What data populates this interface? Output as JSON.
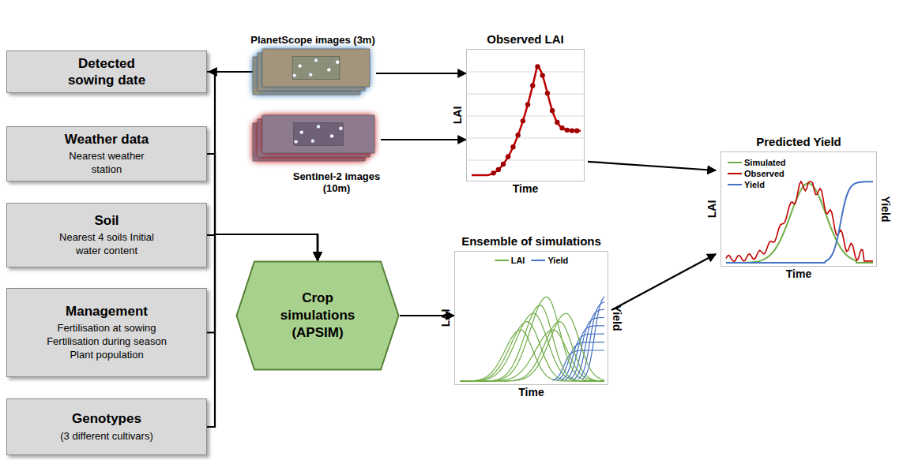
{
  "diagram": {
    "nodes": [
      {
        "text": [
          "Detected sowing date"
        ]
      },
      {
        "text": [
          "Weather data",
          "Nearest weather station"
        ]
      },
      {
        "text": [
          "Soil",
          "Nearest 4 soils Initial water content"
        ]
      },
      {
        "text": [
          "Management",
          "Fertilisation at sowing Fertilisation during season Plant population"
        ]
      },
      {
        "text": [
          "Genotypes",
          "(3 different cultivars)"
        ]
      },
      {
        "text": [
          "PlanetScope images (3m)"
        ]
      },
      {
        "text": [
          "Sentinel-2 images (10m)"
        ]
      },
      {
        "text": [
          "Crop simulations (APSIM)"
        ]
      },
      {
        "text": [
          "Observed LAI",
          "LAI",
          "Time"
        ]
      },
      {
        "text": [
          "Ensemble of simulations",
          "LAI",
          "Yield",
          "Time"
        ]
      },
      {
        "text": [
          "Predicted Yield",
          "LAI",
          "Yield",
          "Time"
        ]
      }
    ],
    "edges": [
      {
        "from": 5,
        "to": 0,
        "arrow": "to"
      },
      {
        "from": 5,
        "to": 8,
        "arrow": "to"
      },
      {
        "from": 6,
        "to": 8,
        "arrow": "to"
      },
      {
        "from": 0,
        "to": 7,
        "arrow": "to"
      },
      {
        "from": 1,
        "to": 7,
        "arrow": "to"
      },
      {
        "from": 2,
        "to": 7,
        "arrow": "to"
      },
      {
        "from": 3,
        "to": 7,
        "arrow": "to"
      },
      {
        "from": 4,
        "to": 7,
        "arrow": "to"
      },
      {
        "from": 7,
        "to": 9,
        "arrow": "to"
      },
      {
        "from": 8,
        "to": 10,
        "arrow": "to"
      },
      {
        "from": 9,
        "to": 10,
        "arrow": "to"
      }
    ],
    "legend": [
      {
        "text": "LAI"
      },
      {
        "text": "Yield"
      },
      {
        "text": "Simulated"
      },
      {
        "text": "Observed"
      },
      {
        "text": "Yield"
      }
    ]
  }
}
